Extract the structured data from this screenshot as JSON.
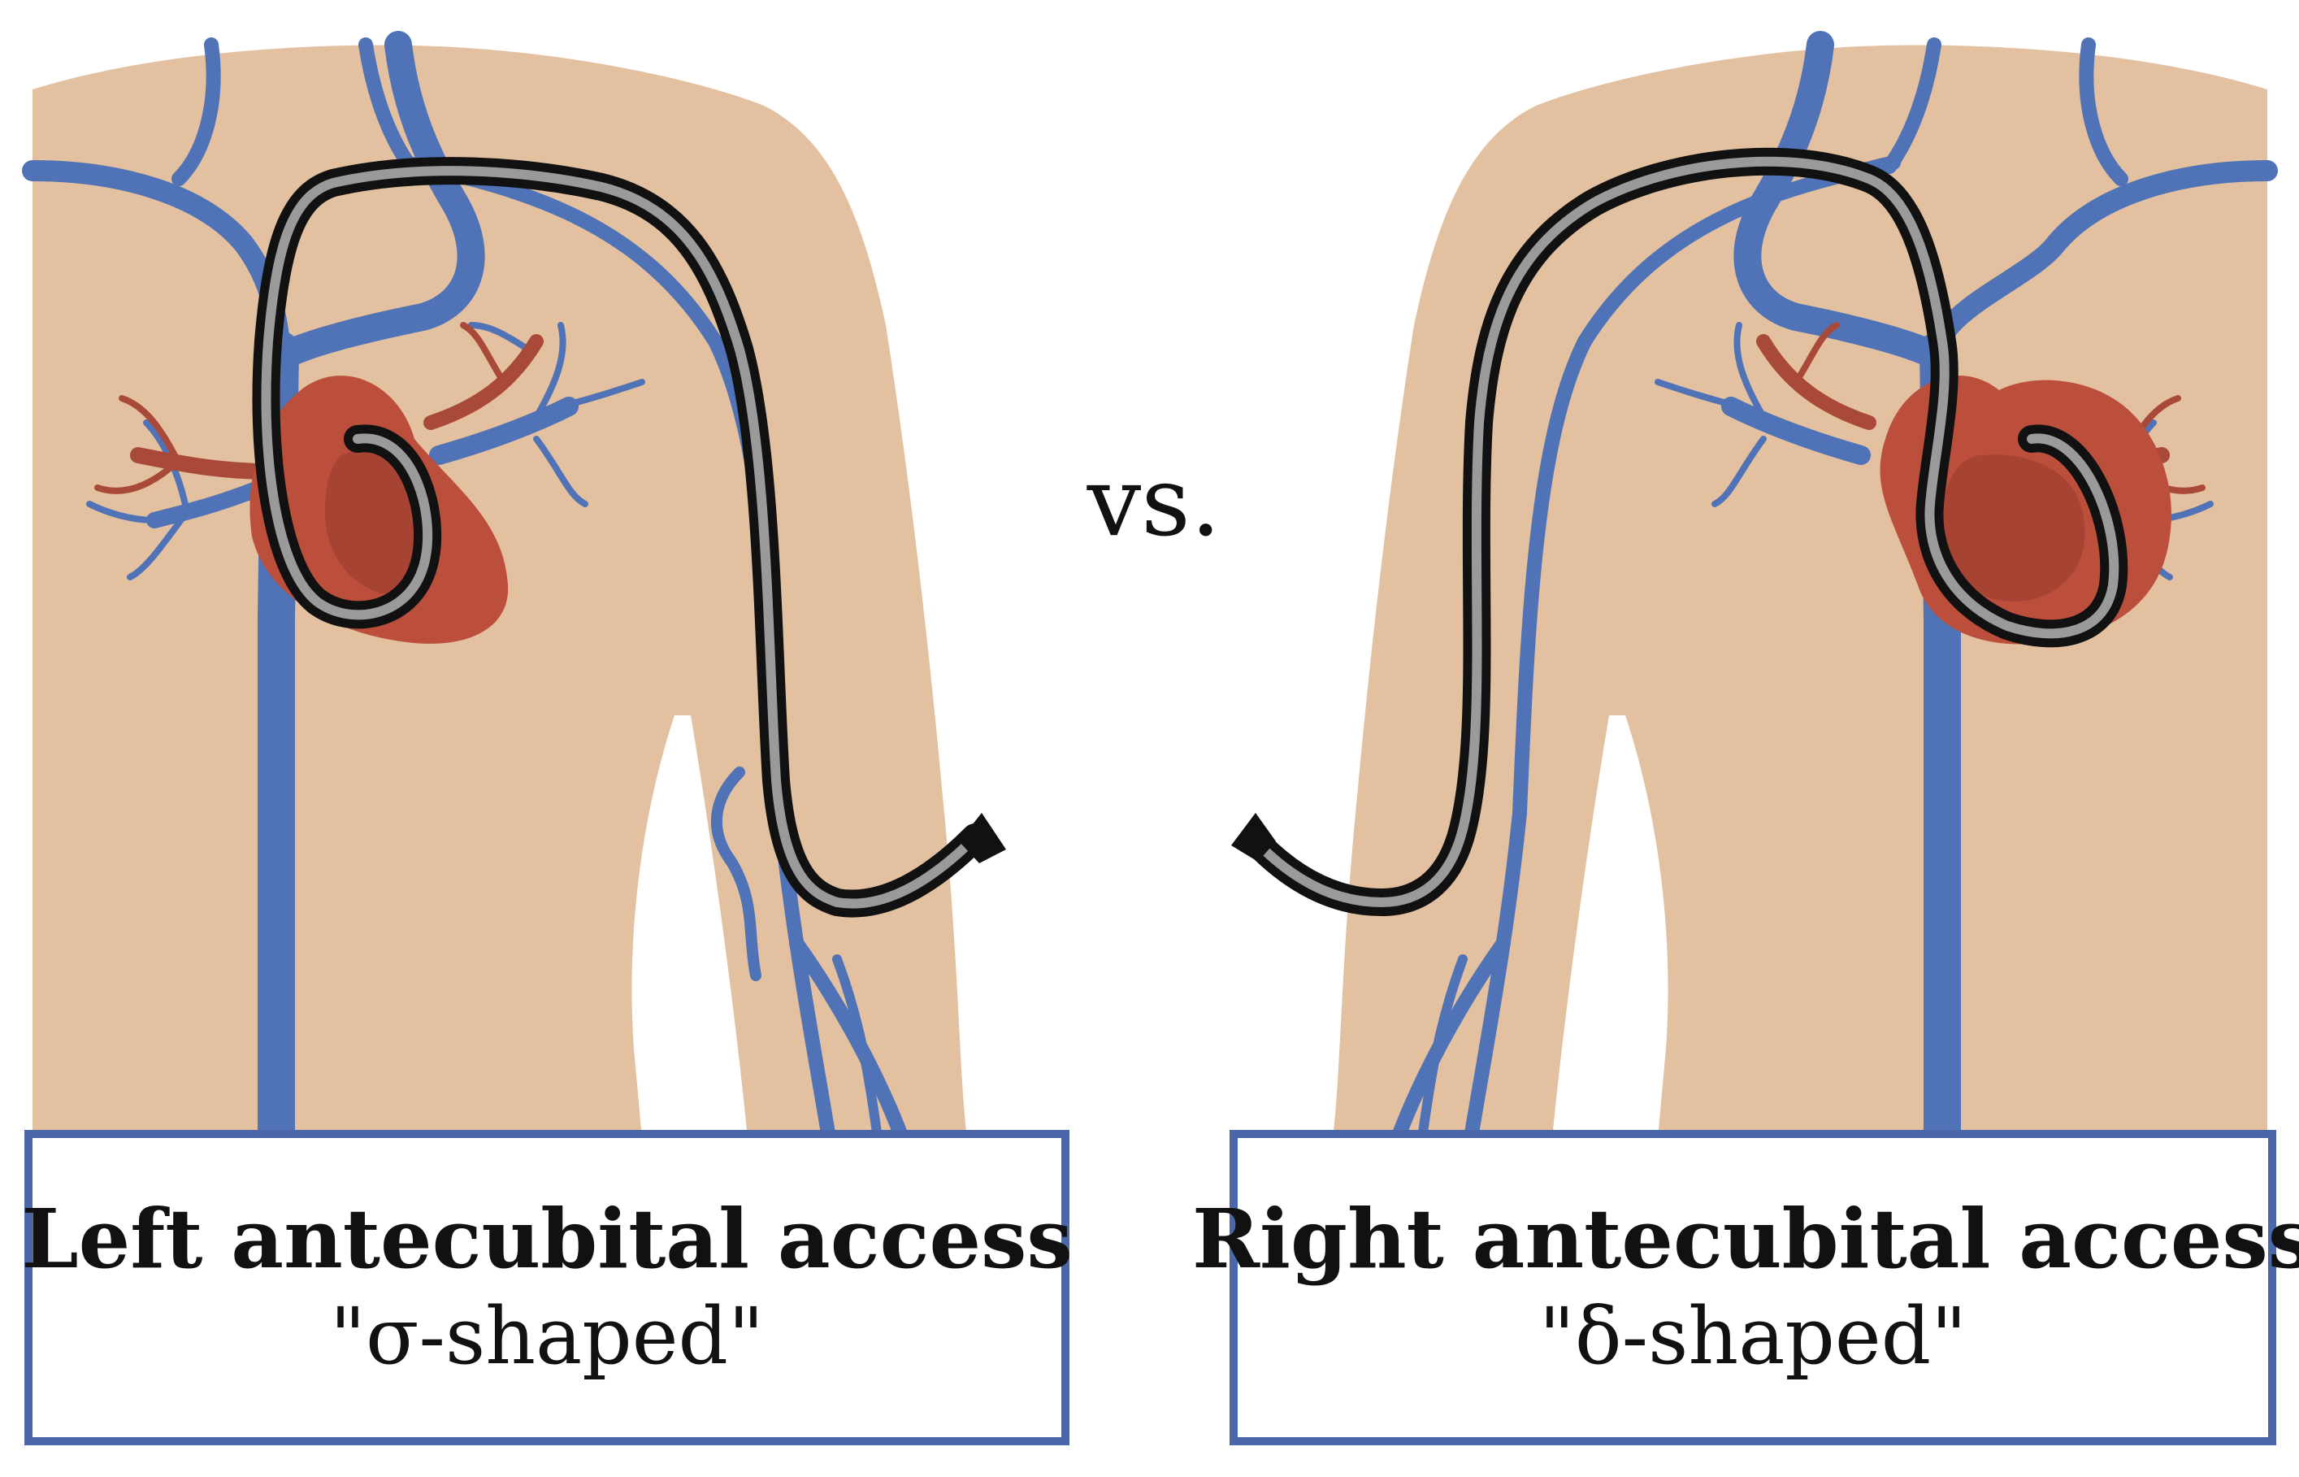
{
  "separator": "vs.",
  "panels": [
    {
      "title": "Left antecubital access",
      "subtitle": "\"σ-shaped\""
    },
    {
      "title": "Right antecubital access",
      "subtitle": "\"δ-shaped\""
    }
  ],
  "colors": {
    "skin": "#e3c09f",
    "vein": "#4f73b6",
    "vein_dark": "#3f5fa6",
    "heart": "#bb4f3b",
    "heart_dark": "#963b2d",
    "artery": "#a8493a",
    "catheter_outline": "#111111",
    "catheter_core": "#9a9a9a",
    "box_border": "#4a67a8"
  }
}
